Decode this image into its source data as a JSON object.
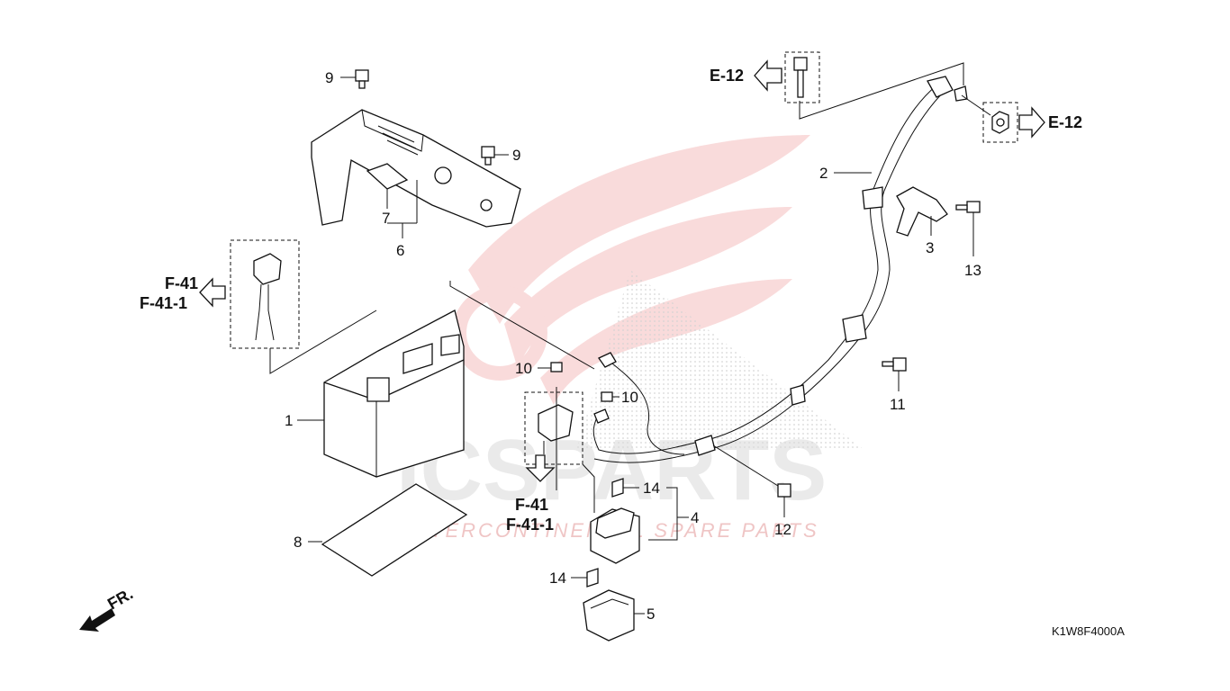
{
  "watermark": {
    "brand": "ICSPARTS",
    "tagline": "INTERCONTINENTAL SPARE PARTS",
    "color": "#e23a3a"
  },
  "part_labels": {
    "p1": "1",
    "p2": "2",
    "p3": "3",
    "p4": "4",
    "p5": "5",
    "p6": "6",
    "p7": "7",
    "p8": "8",
    "p9a": "9",
    "p9b": "9",
    "p10a": "10",
    "p10b": "10",
    "p11": "11",
    "p12": "12",
    "p13": "13",
    "p14a": "14",
    "p14b": "14"
  },
  "references": {
    "e12_left": "E-12",
    "e12_right": "E-12",
    "f41_left": "F-41",
    "f41_1_left": "F-41-1",
    "f41_bottom": "F-41",
    "f41_1_bottom": "F-41-1"
  },
  "front_marker": "FR.",
  "diagram_code": "K1W8F4000A"
}
